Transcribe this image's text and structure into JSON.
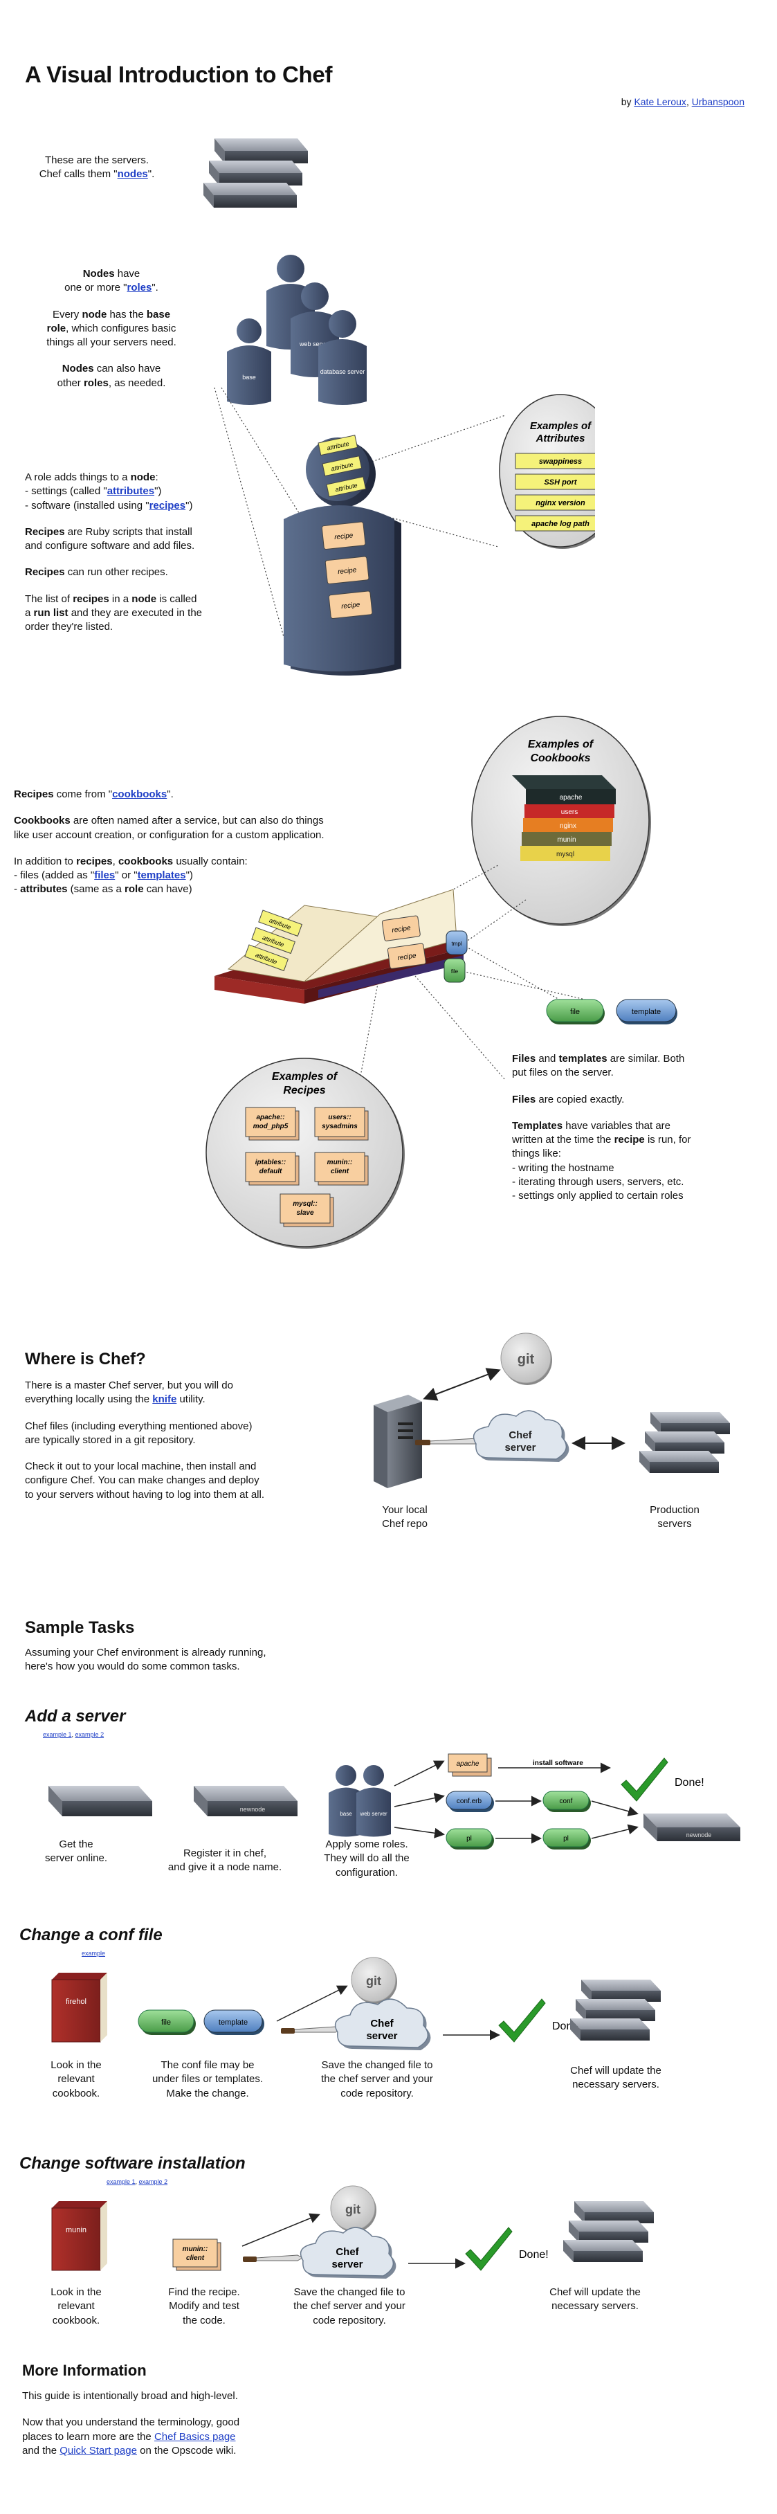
{
  "header": {
    "title": "A Visual Introduction to Chef",
    "byline_prefix": "by ",
    "author": "Kate Leroux",
    "byline_sep": ", ",
    "company": "Urbanspoon"
  },
  "nodes": {
    "line1": "These are the servers.",
    "line2_prefix": "Chef calls them \"",
    "link": "nodes",
    "line2_suffix": "\"."
  },
  "roles": {
    "p1_a": "Nodes",
    "p1_b": " have",
    "p1_c": "one or more \"",
    "p1_link": "roles",
    "p1_d": "\".",
    "p2_a": "Every ",
    "p2_b": "node",
    "p2_c": " has the ",
    "p2_d": "base",
    "p2_e": "role",
    "p2_f": ", which configures basic",
    "p2_g": "things all your servers need.",
    "p3_a": "Nodes",
    "p3_b": " can also have",
    "p3_c": "other ",
    "p3_d": "roles",
    "p3_e": ", as needed.",
    "figures": [
      "base",
      "web server",
      "database server"
    ]
  },
  "role_desc": {
    "l1_a": "A role adds things to a ",
    "l1_b": "node",
    "l1_c": ":",
    "l2_a": " - settings (called \"",
    "l2_link": "attributes",
    "l2_b": "\")",
    "l3_a": " - software (installed using \"",
    "l3_link": "recipes",
    "l3_b": "\")",
    "p2_a": "Recipes",
    "p2_b": " are Ruby scripts that install",
    "p2_c": "and configure software and add files.",
    "p3_a": "Recipes",
    "p3_b": " can run other recipes.",
    "p4_a": "The list of ",
    "p4_b": "recipes",
    "p4_c": " in a ",
    "p4_d": "node",
    "p4_e": " is called",
    "p4_f": "a ",
    "p4_g": "run list",
    "p4_h": " and they are executed in the",
    "p4_i": "order they're listed."
  },
  "role_figure": {
    "attr_tags": [
      "attribute",
      "attribute",
      "attribute"
    ],
    "recipe_cards": [
      "recipe",
      "recipe",
      "recipe"
    ]
  },
  "attributes_bubble": {
    "title": "Examples of Attributes",
    "items": [
      "swappiness",
      "SSH port",
      "nginx version",
      "apache log path"
    ]
  },
  "cookbooks": {
    "l1_a": "Recipes",
    "l1_b": " come from \"",
    "l1_link": "cookbooks",
    "l1_c": "\".",
    "p2_a": "Cookbooks",
    "p2_b": " are often named after a service, but can also do things",
    "p2_c": "like user account creation, or configuration for a custom application.",
    "p3_a": "In addition to ",
    "p3_b": "recipes",
    "p3_c": ", ",
    "p3_d": "cookbooks",
    "p3_e": " usually contain:",
    "p3_l1_a": " - files (added as \"",
    "p3_l1_link1": "files",
    "p3_l1_b": "\" or \"",
    "p3_l1_link2": "templates",
    "p3_l1_c": "\")",
    "p3_l2_a": " - ",
    "p3_l2_b": "attributes",
    "p3_l2_c": " (same as a ",
    "p3_l2_d": "role",
    "p3_l2_e": " can have)"
  },
  "cookbooks_bubble": {
    "title": "Examples of Cookbooks",
    "books": [
      "apache",
      "users",
      "nginx",
      "munin",
      "mysql"
    ]
  },
  "book_figure": {
    "attrs": [
      "attribute",
      "attribute",
      "attribute"
    ],
    "recipes": [
      "recipe",
      "recipe"
    ],
    "tabs": [
      "tmpl",
      "file"
    ]
  },
  "recipes_bubble": {
    "title": "Examples of Recipes",
    "cards": [
      "apache:: mod_php5",
      "users:: sysadmins",
      "iptables:: default",
      "munin:: client",
      "mysql:: slave"
    ]
  },
  "files_templates": {
    "pill_file": "file",
    "pill_template": "template",
    "p1_a": "Files",
    "p1_b": " and ",
    "p1_c": "templates",
    "p1_d": " are similar. Both",
    "p1_e": "put files on the server.",
    "p2_a": "Files",
    "p2_b": " are copied exactly.",
    "p3_a": "Templates",
    "p3_b": " have variables that are",
    "p3_c": "written at the time the ",
    "p3_d": "recipe",
    "p3_e": " is run, for",
    "p3_f": "things like:",
    "items": [
      " - writing the hostname",
      " - iterating through users, servers, etc.",
      " - settings only applied to certain roles"
    ]
  },
  "where": {
    "title": "Where is Chef?",
    "p1_a": "There is a master Chef server, but you will do",
    "p1_b": "everything locally using the ",
    "p1_link": "knife",
    "p1_c": " utility.",
    "p2_a": "Chef files (including everything mentioned above)",
    "p2_b": "are typically stored in a git repository.",
    "p3_a": "Check it out to your local machine, then install and",
    "p3_b": "configure Chef. You can make changes and deploy",
    "p3_c": "to your servers without having to log into them at all.",
    "git": "git",
    "cloud": "Chef server",
    "local_l1": "Your local",
    "local_l2": "Chef repo",
    "prod_l1": "Production",
    "prod_l2": "servers"
  },
  "sample": {
    "title": "Sample Tasks",
    "l1": "Assuming your Chef environment is already running,",
    "l2": "here's how you would do some common tasks."
  },
  "add_server": {
    "title": "Add a server",
    "ex1": "example 1",
    "sep": ", ",
    "ex2": "example 2",
    "cap1_l1": "Get the",
    "cap1_l2": "server online.",
    "cap2_l1": "Register it in chef,",
    "cap2_l2": "and give it a node name.",
    "cap3_l1": "Apply some roles.",
    "cap3_l2": "They will do all the",
    "cap3_l3": "configuration.",
    "server_label": "newnode",
    "fig_labels": [
      "base",
      "web server"
    ],
    "recipe_label": "apache",
    "install_label": "install software",
    "template_label": "conf.erb",
    "file1_label": "conf",
    "pill1": "pl",
    "pill2": "pl",
    "done": "Done!"
  },
  "conf": {
    "title": "Change a conf file",
    "ex": "example",
    "book": "firehol",
    "pill_file": "file",
    "pill_template": "template",
    "git": "git",
    "cloud": "Chef server",
    "done": "Done!",
    "cap1_l1": "Look in the",
    "cap1_l2": "relevant",
    "cap1_l3": "cookbook.",
    "cap2_l1": "The conf file may be",
    "cap2_l2": "under files or templates.",
    "cap2_l3": "Make the change.",
    "cap3_l1": "Save the changed file to",
    "cap3_l2": "the chef server and your",
    "cap3_l3": "code repository.",
    "cap4_l1": "Chef will update the",
    "cap4_l2": "necessary servers."
  },
  "install": {
    "title": "Change software installation",
    "ex1": "example 1",
    "sep": ", ",
    "ex2": "example 2",
    "book": "munin",
    "recipe": "munin:: client",
    "git": "git",
    "cloud": "Chef server",
    "done": "Done!",
    "cap1_l1": "Look in the",
    "cap1_l2": "relevant",
    "cap1_l3": "cookbook.",
    "cap2_l1": "Find the recipe.",
    "cap2_l2": "Modify and test",
    "cap2_l3": "the code.",
    "cap3_l1": "Save the changed file to",
    "cap3_l2": "the chef server and your",
    "cap3_l3": "code repository.",
    "cap4_l1": "Chef will update the",
    "cap4_l2": "necessary servers."
  },
  "more": {
    "title": "More Information",
    "l1": "This guide is intentionally broad and high-level.",
    "l2": "Now that you understand the terminology, good",
    "l3_a": "places to learn more are the ",
    "l3_link": "Chef Basics page",
    "l4_a": "and the ",
    "l4_link": "Quick Start page",
    "l4_b": " on the Opscode wiki."
  },
  "colors": {
    "link": "#1f3fc6",
    "figure": "#4a5c7a",
    "attr_tag": "#f5f27a",
    "recipe_card": "#f8cfa0",
    "file_pill": "#6cbf6a",
    "template_pill": "#6f9fd6",
    "bubble": "#e6e6e6",
    "done_check": "#2a9a2a"
  }
}
